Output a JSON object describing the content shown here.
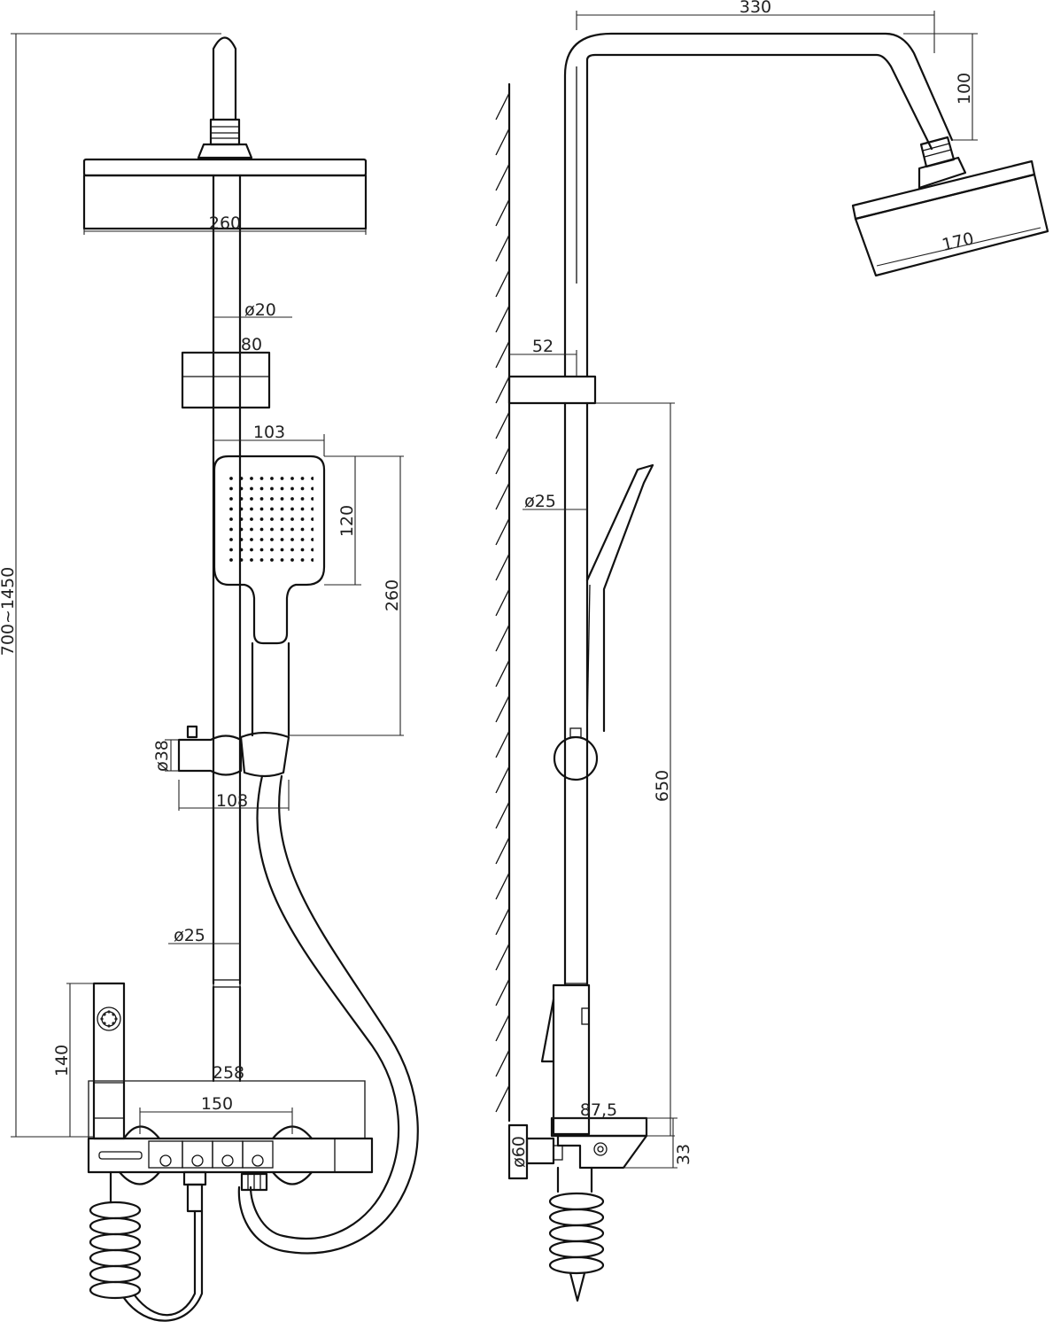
{
  "front_view": {
    "dimensions": {
      "overall_height": "700~1450",
      "head_width": "260",
      "rod_dia": "ø20",
      "bracket_width": "80",
      "hand_width": "103",
      "hand_head_height": "120",
      "hand_length": "260",
      "holder_dia": "ø38",
      "holder_width": "108",
      "lower_dia": "ø25",
      "spout_height": "140",
      "mixer_width": "258",
      "inlet_spacing": "150"
    }
  },
  "side_view": {
    "dimensions": {
      "arm_reach": "330",
      "arm_drop": "100",
      "head_size": "170",
      "wall_offset": "52",
      "rod_dia": "ø25",
      "slide_length": "650",
      "mixer_depth": "87,5",
      "flange_dia": "ø60",
      "mixer_height": "33"
    }
  },
  "colors": {
    "line": "#111111",
    "background": "#ffffff"
  }
}
